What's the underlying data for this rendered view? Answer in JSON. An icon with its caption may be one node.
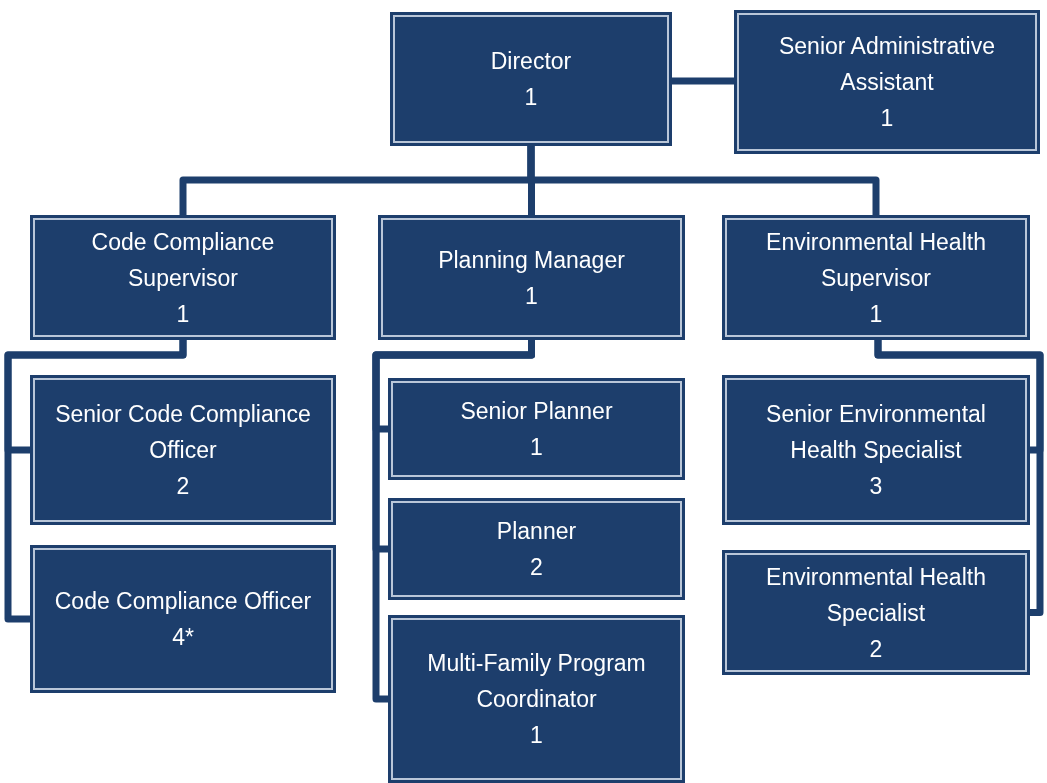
{
  "diagram": {
    "nodes": [
      {
        "text": [
          "Director",
          "1"
        ]
      },
      {
        "text": [
          "Senior Administrative Assistant",
          "1"
        ]
      },
      {
        "text": [
          "Code Compliance Supervisor",
          "1"
        ]
      },
      {
        "text": [
          "Planning Manager",
          "1"
        ]
      },
      {
        "text": [
          "Environmental Health Supervisor",
          "1"
        ]
      },
      {
        "text": [
          "Senior Code Compliance Officer",
          "2"
        ]
      },
      {
        "text": [
          "Code Compliance Officer",
          "4*"
        ]
      },
      {
        "text": [
          "Senior Planner",
          "1"
        ]
      },
      {
        "text": [
          "Planner",
          "2"
        ]
      },
      {
        "text": [
          "Multi-Family Program Coordinator",
          "1"
        ]
      },
      {
        "text": [
          "Senior Environmental Health Specialist",
          "3"
        ]
      },
      {
        "text": [
          "Environmental Health Specialist",
          "2"
        ]
      }
    ],
    "edges": [
      {
        "from": 0,
        "to": 1,
        "arrow": "none"
      },
      {
        "from": 0,
        "to": 2,
        "arrow": "none"
      },
      {
        "from": 0,
        "to": 3,
        "arrow": "none"
      },
      {
        "from": 0,
        "to": 4,
        "arrow": "none"
      },
      {
        "from": 2,
        "to": 5,
        "arrow": "none"
      },
      {
        "from": 2,
        "to": 6,
        "arrow": "none"
      },
      {
        "from": 3,
        "to": 7,
        "arrow": "none"
      },
      {
        "from": 3,
        "to": 8,
        "arrow": "none"
      },
      {
        "from": 3,
        "to": 9,
        "arrow": "none"
      },
      {
        "from": 4,
        "to": 10,
        "arrow": "none"
      },
      {
        "from": 4,
        "to": 11,
        "arrow": "none"
      }
    ]
  }
}
